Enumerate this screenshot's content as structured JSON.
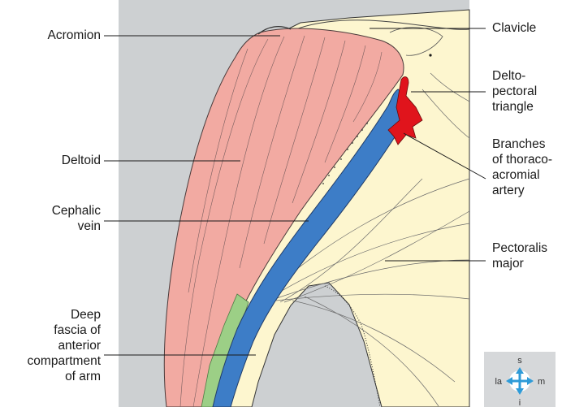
{
  "labels_left": {
    "acromion": [
      "Acromion"
    ],
    "deltoid": [
      "Deltoid"
    ],
    "cephalic_vein": [
      "Cephalic",
      "vein"
    ],
    "deep_fascia": [
      "Deep",
      "fascia of",
      "anterior",
      "compartment",
      "of arm"
    ]
  },
  "labels_right": {
    "clavicle": [
      "Clavicle"
    ],
    "deltopectoral_triangle": [
      "Delto-",
      "pectoral",
      "triangle"
    ],
    "thoracoacromial_branches": [
      "Branches",
      "of thoraco-",
      "acromial",
      "artery"
    ],
    "pectoralis_major": [
      "Pectoralis",
      "major"
    ]
  },
  "compass": {
    "superior": "s",
    "lateral": "la",
    "medial": "m",
    "inferior": "i"
  },
  "colors": {
    "background_gray": "#cdd0d2",
    "skin": "#fdf6cf",
    "deltoid_muscle": "#f2aaa2",
    "cephalic_vein": "#3d7dc7",
    "fascia": "#9ccf86",
    "artery": "#e0141c",
    "compass_blue": "#2e9bd8"
  }
}
